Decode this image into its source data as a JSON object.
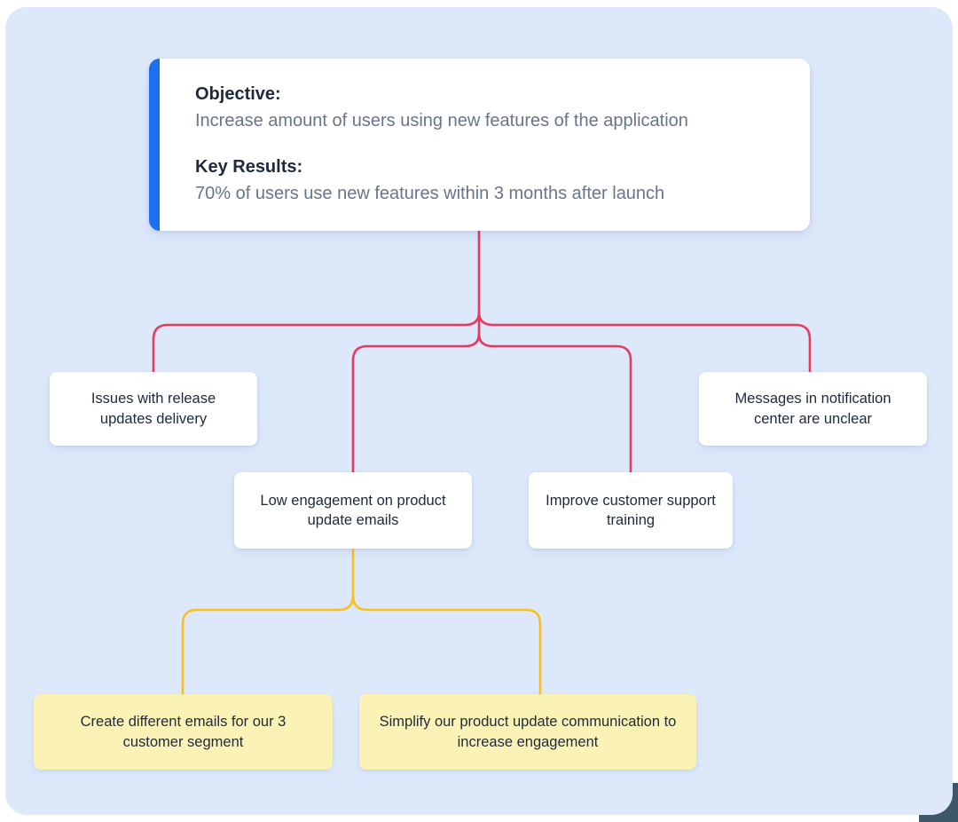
{
  "colors": {
    "board_background": "#dde9fb",
    "accent_blue": "#1c6ef2",
    "connector_red": "#e8395e",
    "connector_yellow": "#f9c01c",
    "node_white_bg": "#ffffff",
    "node_yellow_bg": "#fbf3b6",
    "text_dark": "#1e2a3c",
    "text_gray": "#68758a",
    "corner_dark": "#3e5766"
  },
  "objective_card": {
    "objective_label": "Objective:",
    "objective_text": "Increase amount of users using new features of the application",
    "key_results_label": "Key Results:",
    "key_results_text": "70% of users use new features within 3 months after launch"
  },
  "nodes": [
    {
      "id": "issues-release",
      "label": "Issues with release updates delivery",
      "style": "white"
    },
    {
      "id": "low-engagement",
      "label": "Low engagement on product update emails",
      "style": "white"
    },
    {
      "id": "improve-support",
      "label": "Improve customer support training",
      "style": "white"
    },
    {
      "id": "messages-unclear",
      "label": "Messages in notification center are unclear",
      "style": "white"
    },
    {
      "id": "create-emails",
      "label": "Create different emails for our 3 customer segment",
      "style": "yellow"
    },
    {
      "id": "simplify-communication",
      "label": "Simplify our product update communication to increase engagement",
      "style": "yellow"
    }
  ]
}
